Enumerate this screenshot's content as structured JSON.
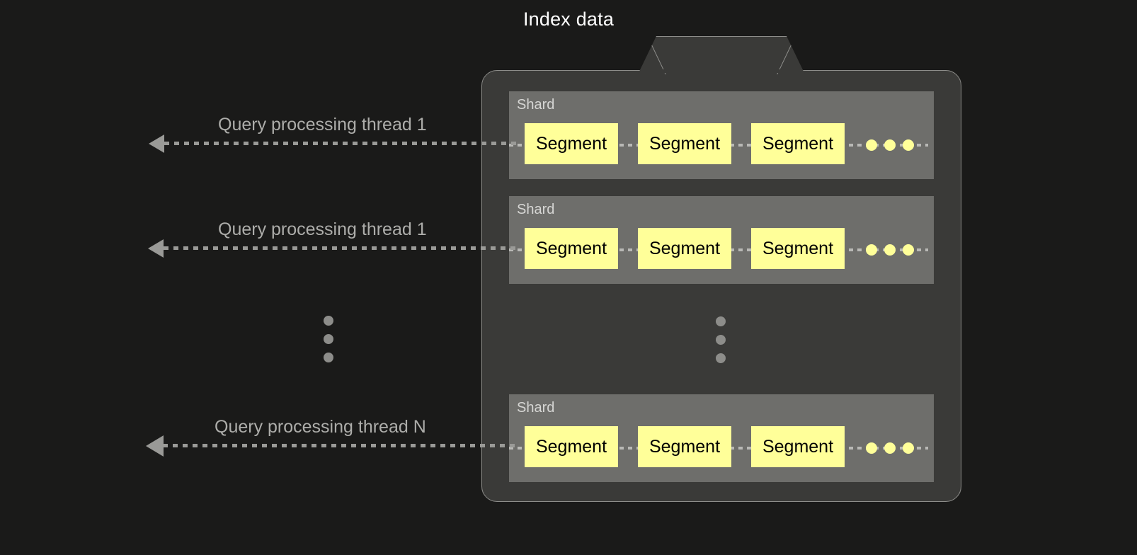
{
  "diagram": {
    "background_color": "#1a1a19",
    "index_panel": {
      "tab_label": "Index data",
      "panel_color": "#3a3a38",
      "border_color": "#8d8d8a",
      "shard_color": "#6e6e6b",
      "segment_color": "#ffff99",
      "segment_text_color": "#000000"
    },
    "shards": [
      {
        "label": "Shard",
        "segments": [
          "Segment",
          "Segment",
          "Segment"
        ],
        "continuation": "more-segments-dots"
      },
      {
        "label": "Shard",
        "segments": [
          "Segment",
          "Segment",
          "Segment"
        ],
        "continuation": "more-segments-dots"
      },
      {
        "label": "Shard",
        "segments": [
          "Segment",
          "Segment",
          "Segment"
        ],
        "continuation": "more-segments-dots"
      }
    ],
    "shard_ellipsis": "vertical-ellipsis",
    "threads": [
      {
        "label": "Query processing thread 1",
        "arrow": "dotted-arrow-left"
      },
      {
        "label": "Query processing thread 1",
        "arrow": "dotted-arrow-left"
      },
      {
        "label": "Query processing thread N",
        "arrow": "dotted-arrow-left"
      }
    ],
    "thread_ellipsis": "vertical-ellipsis",
    "label_color": "#adadaa"
  }
}
